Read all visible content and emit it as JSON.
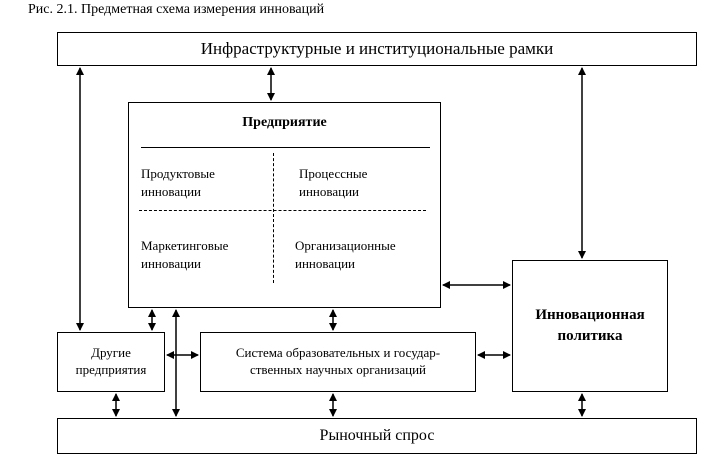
{
  "caption": "Рис. 2.1. Предметная схема измерения инноваций",
  "boxes": {
    "top": "Инфраструктурные  и  институциональные  рамки",
    "enterprise": {
      "title": "Предприятие",
      "product": [
        "Продуктовые",
        "инновации"
      ],
      "process": [
        "Процессные",
        "инновации"
      ],
      "marketing": [
        "Маркетинговые",
        "инновации"
      ],
      "organizational": [
        "Организационные",
        "инновации"
      ]
    },
    "policy": [
      "Инновационная",
      "политика"
    ],
    "other": [
      "Другие",
      "предприятия"
    ],
    "science": [
      "Система образовательных и государ-",
      "ственных научных организаций"
    ],
    "bottom": "Рыночный спрос"
  }
}
